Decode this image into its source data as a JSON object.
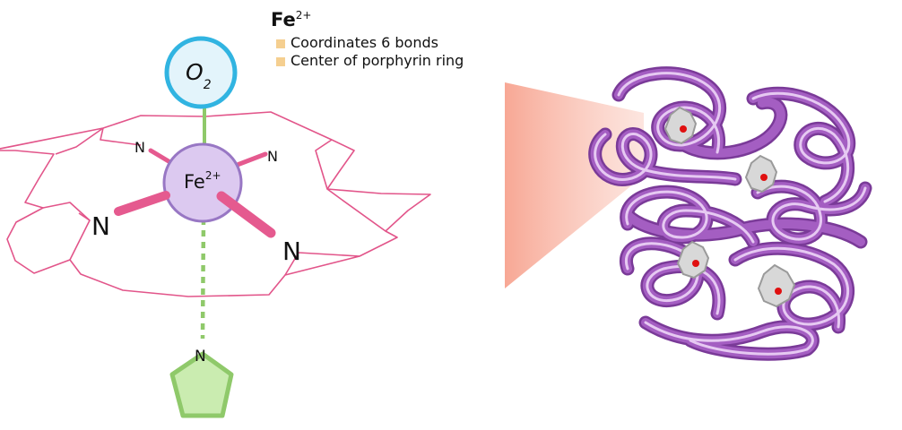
{
  "legend": {
    "title": "Fe",
    "title_sup": "2+",
    "bullet_color": "#f5cf90",
    "items": [
      {
        "text": "Coordinates 6 bonds"
      },
      {
        "text": "Center of porphyrin ring"
      }
    ]
  },
  "labels": {
    "o2_main": "O",
    "o2_sub": "2",
    "fe_main": "Fe",
    "fe_sup": "2+",
    "n": "N"
  },
  "colors": {
    "ring_line": "#e2558a",
    "bond": "#e55a8f",
    "o2_fill": "#e3f4fb",
    "o2_stroke": "#31b4e1",
    "fe_fill": "#dcc9f0",
    "fe_stroke": "#9877c4",
    "green": "#8fc96a",
    "pentagon_fill": "#caecb0",
    "protein": "#a45ec2",
    "heme": "#d8d8d8",
    "heme_iron": "#e01010",
    "beam": "#f5a08c"
  }
}
